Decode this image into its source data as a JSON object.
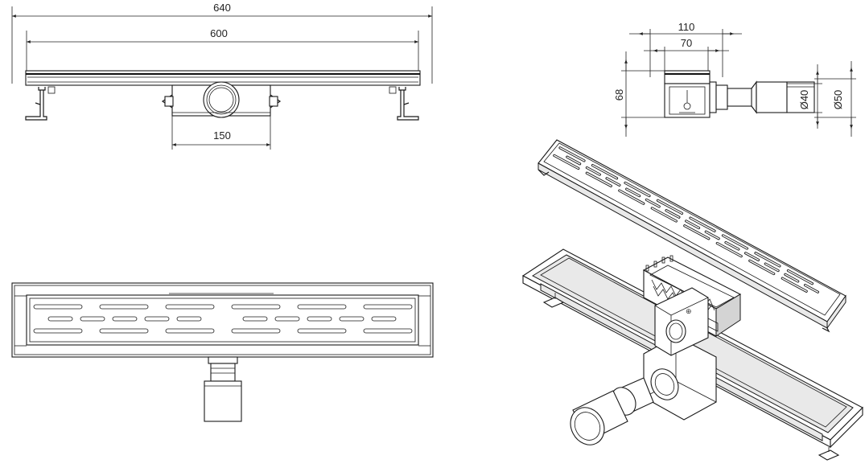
{
  "drawing": {
    "front_view": {
      "overall_length": "640",
      "inner_length": "600",
      "outlet_width": "150"
    },
    "side_view": {
      "width_outer": "110",
      "width_inner": "70",
      "height": "68",
      "outlet_diameter_small": "Ø40",
      "outlet_diameter_large": "Ø50"
    }
  }
}
